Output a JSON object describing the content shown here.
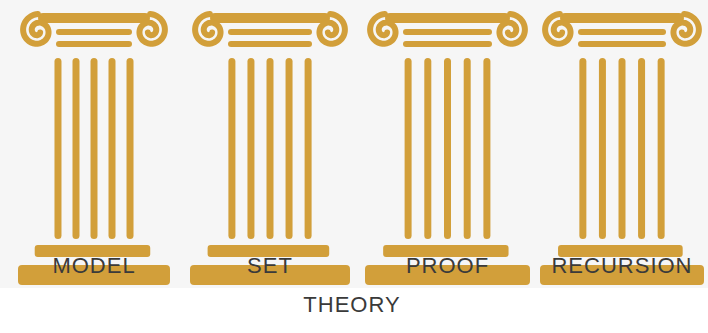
{
  "diagram": {
    "nodes": [
      {
        "text": [
          "MODEL"
        ]
      },
      {
        "text": [
          "SET"
        ]
      },
      {
        "text": [
          "PROOF"
        ]
      },
      {
        "text": [
          "RECURSION"
        ]
      }
    ],
    "labels": [
      "THEORY"
    ]
  }
}
